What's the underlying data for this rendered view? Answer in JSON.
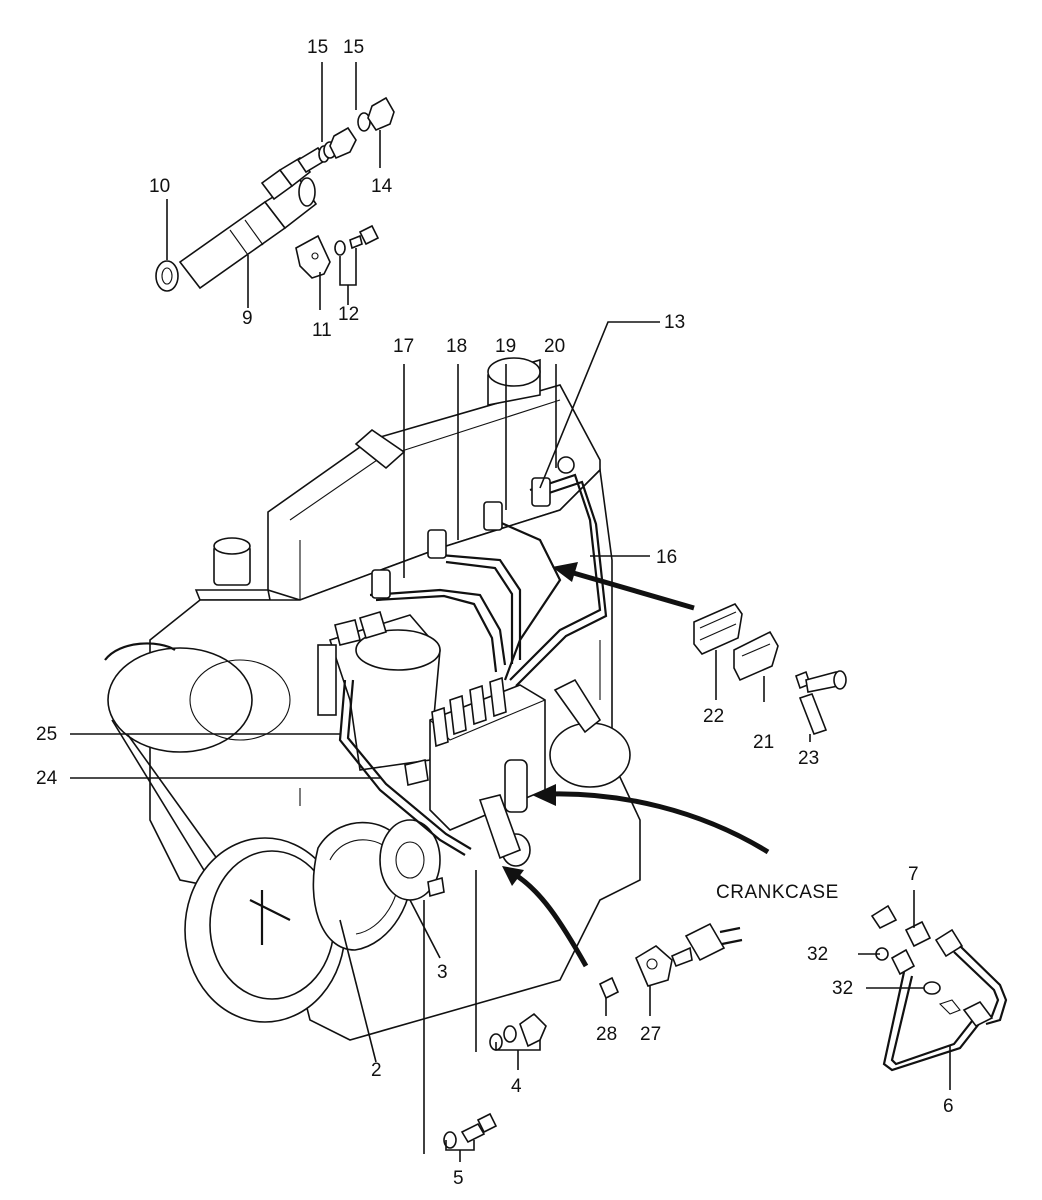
{
  "labels": {
    "n2": "2",
    "n3": "3",
    "n4": "4",
    "n5": "5",
    "n6": "6",
    "n7": "7",
    "n9": "9",
    "n10": "10",
    "n11": "11",
    "n12": "12",
    "n13": "13",
    "n14": "14",
    "n15a": "15",
    "n15b": "15",
    "n16": "16",
    "n17": "17",
    "n18": "18",
    "n19": "19",
    "n20": "20",
    "n21": "21",
    "n22": "22",
    "n23": "23",
    "n24": "24",
    "n25": "25",
    "n27": "27",
    "n28": "28",
    "n32a": "32",
    "n32b": "32"
  },
  "caption": "CRANKCASE"
}
